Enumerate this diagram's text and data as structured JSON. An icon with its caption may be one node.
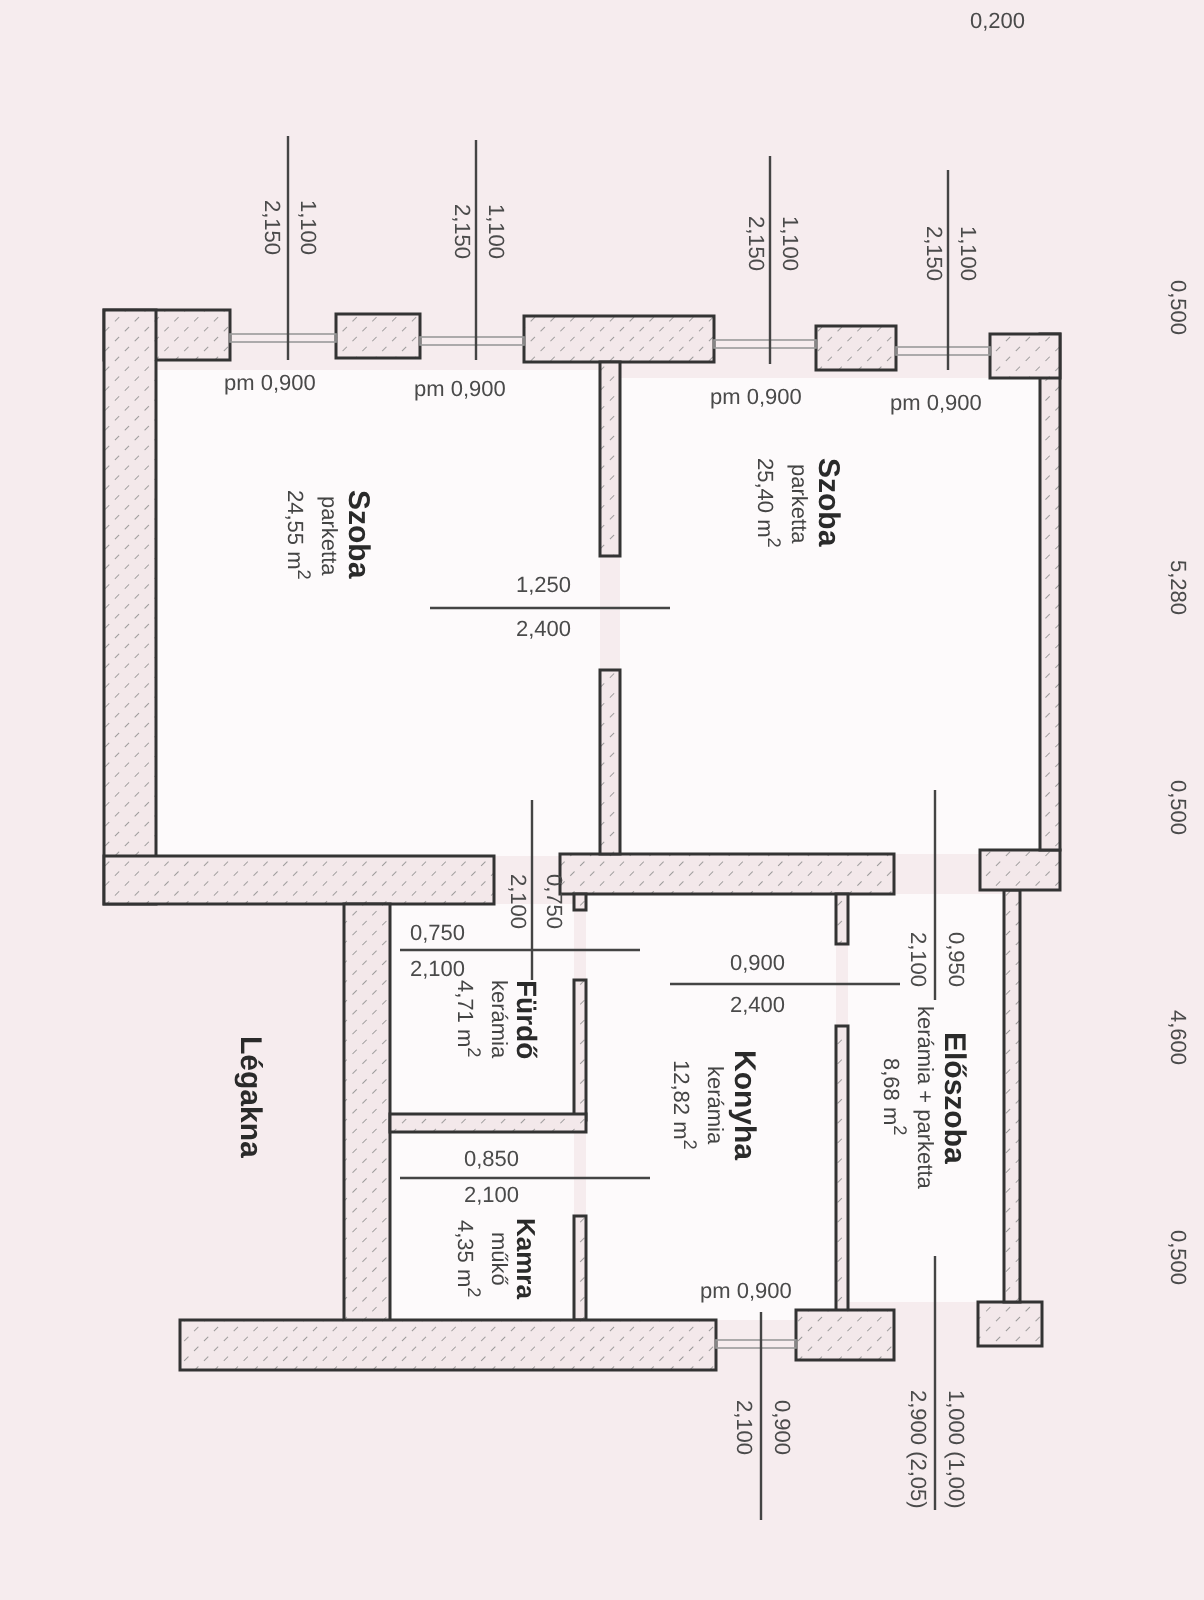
{
  "diagram": {
    "nodes": [
      {
        "text": [
          "Szoba",
          "parketta",
          "24,55 m$^{2}$"
        ]
      },
      {
        "text": [
          "Szoba",
          "parketta",
          "25,40 m$^{2}$"
        ]
      },
      {
        "text": [
          "Fürdő",
          "kerámia",
          "4,71 m$^{2}$"
        ]
      },
      {
        "text": [
          "Konyha",
          "kerámia",
          "12,82 m$^{2}$"
        ]
      },
      {
        "text": [
          "Előszoba",
          "kerámia + parketta",
          "8,68 m$^{2}$"
        ]
      },
      {
        "text": [
          "Kamra",
          "műkő",
          "4,35 m$^{2}$"
        ]
      },
      {
        "text": [
          "Légakna"
        ]
      }
    ],
    "labels": [
      "1,100",
      "2,150",
      "1,100",
      "2,150",
      "1,100",
      "2,150",
      "1,100",
      "2,150",
      "pm 0,900",
      "pm 0,900",
      "pm 0,900",
      "pm 0,900",
      "1,250",
      "2,400",
      "0,750",
      "2,100",
      "0,750",
      "2,100",
      "0,900",
      "2,400",
      "0,950",
      "2,100",
      "0,850",
      "2,100",
      "pm 0,900",
      "0,900",
      "2,100",
      "1,000 (1,00)",
      "2,900 (2,05)",
      "0,200",
      "0,500",
      "5,280",
      "0,500",
      "4,600",
      "0,500"
    ]
  }
}
